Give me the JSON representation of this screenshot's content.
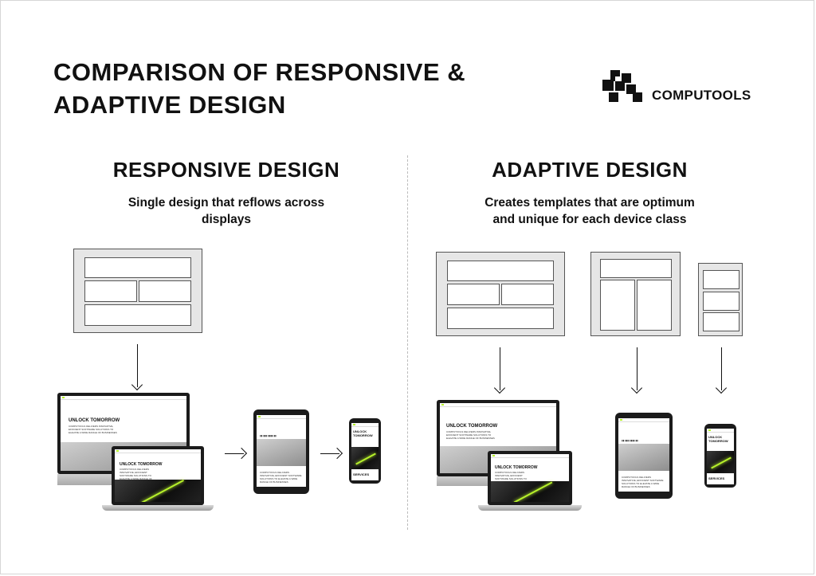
{
  "header": {
    "title_line1": "COMPARISON OF RESPONSIVE &",
    "title_line2": "ADAPTIVE DESIGN",
    "brand": "COMPUTOOLS"
  },
  "responsive": {
    "title": "RESPONSIVE DESIGN",
    "subtitle_line1": "Single design that reflows across",
    "subtitle_line2": "displays"
  },
  "adaptive": {
    "title": "ADAPTIVE DESIGN",
    "subtitle_line1": "Creates templates that are optimum",
    "subtitle_line2": "and unique for each device class"
  },
  "mockup": {
    "hero": "UNLOCK TOMORROW",
    "hero_short_1": "UNLOCK",
    "hero_short_2": "TOMORROW",
    "section": "SERVICES",
    "blurb": "COMPUTOOLS DELIVERS INNOVATIVE, EFFICIENT SOFTWARE SOLUTIONS TO ELEVATE A WIDE RANGE OF BUSINESSES"
  },
  "colors": {
    "accent": "#b6f12a",
    "wire_fill": "#e6e6e6",
    "device": "#1b1b1b"
  }
}
